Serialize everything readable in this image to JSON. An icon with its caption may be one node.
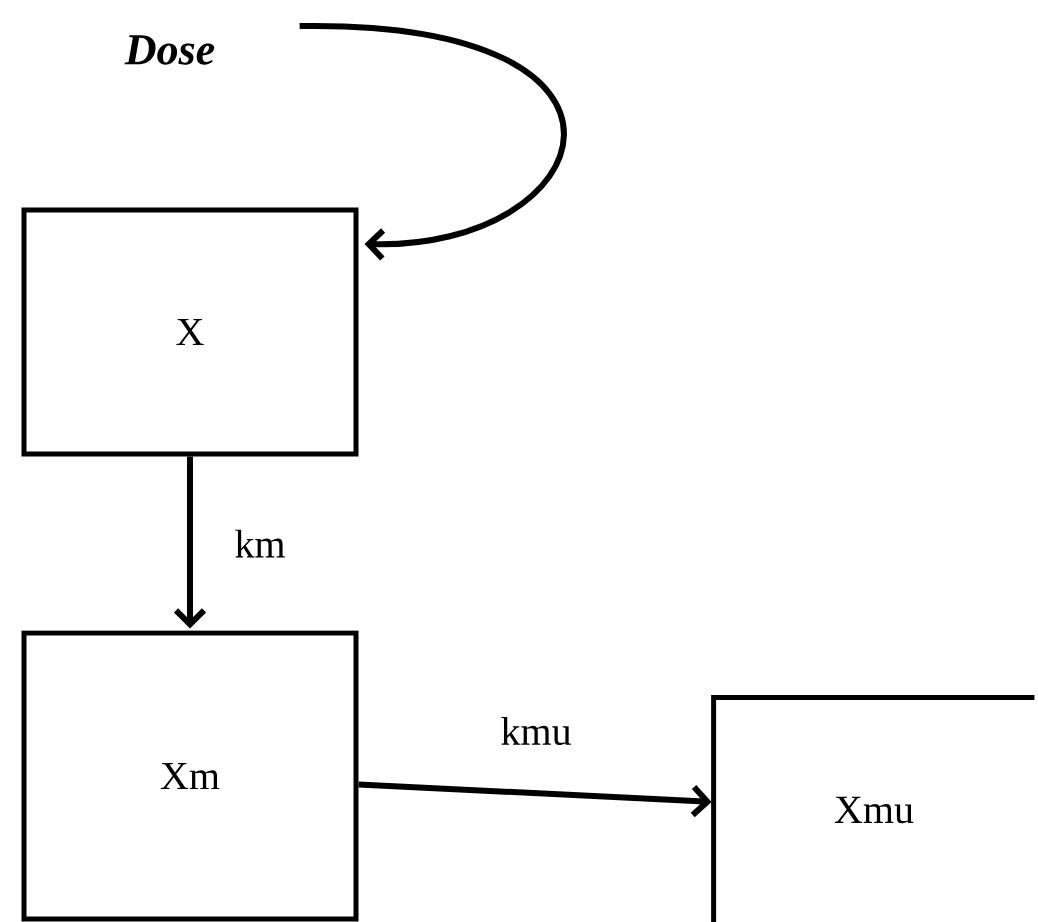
{
  "diagram": {
    "nodes": [
      {
        "text": [
          "Dose"
        ]
      },
      {
        "text": [
          "X"
        ]
      },
      {
        "text": [
          "Xm"
        ]
      },
      {
        "text": [
          "Xmu"
        ]
      }
    ],
    "edges": [
      {
        "from": 0,
        "to": 1,
        "arrow": "to"
      },
      {
        "from": 1,
        "to": 2,
        "arrow": "to",
        "label": "km"
      },
      {
        "from": 2,
        "to": 3,
        "arrow": "to",
        "label": "kmu"
      }
    ]
  }
}
